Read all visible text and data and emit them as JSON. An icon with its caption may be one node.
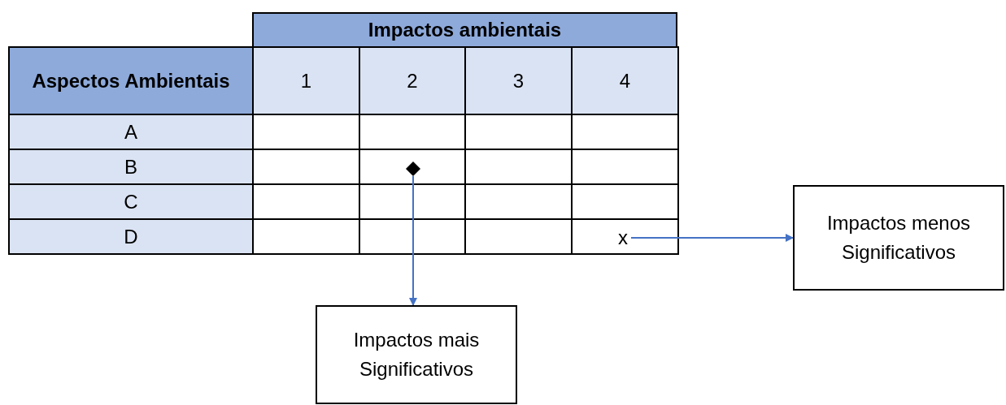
{
  "diagram": {
    "nodes": [
      {
        "text": [],
        "shape": "diamond"
      },
      {
        "text": [
          "x"
        ]
      },
      {
        "text": [
          "Impactos mais Significativos"
        ]
      },
      {
        "text": [
          "Impactos menos Significativos"
        ]
      }
    ],
    "edges": [
      {
        "from": 0,
        "to": 2,
        "arrow": "to"
      },
      {
        "from": 1,
        "to": 3,
        "arrow": "to"
      }
    ],
    "labels": [
      "Impactos ambientais",
      "Aspectos Ambientais",
      "1",
      "2",
      "3",
      "4",
      "A",
      "B",
      "C",
      "D"
    ]
  }
}
